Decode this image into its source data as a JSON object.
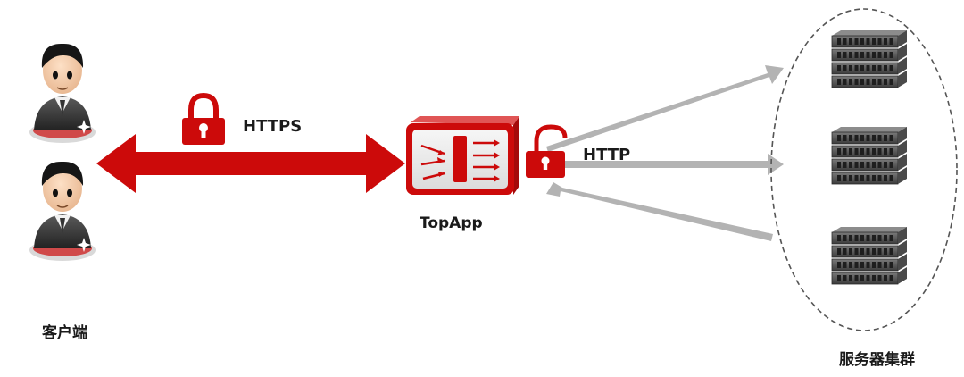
{
  "labels": {
    "https": "HTTPS",
    "http": "HTTP",
    "proxy": "TopApp",
    "client": "客户端",
    "cluster": "服务器集群"
  },
  "colors": {
    "brand_red": "#cc0a0a",
    "gray_arrow": "#b3b3b3",
    "dark_gray": "#3a3a3a"
  },
  "icons": {
    "client": "person-icon",
    "secure_lock": "lock-closed-icon",
    "open_lock": "lock-open-icon",
    "proxy": "load-balancer-icon",
    "server": "server-rack-icon"
  }
}
